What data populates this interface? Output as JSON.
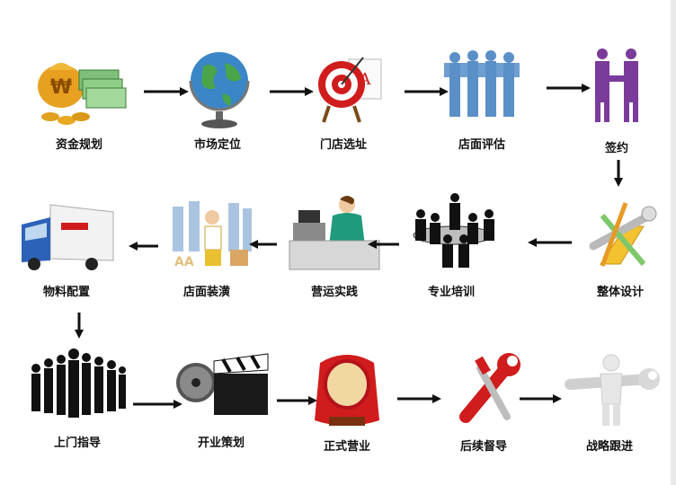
{
  "steps": [
    {
      "label": "资金规划",
      "icon": "money-icon"
    },
    {
      "label": "市场定位",
      "icon": "globe-icon"
    },
    {
      "label": "门店选址",
      "icon": "target-icon"
    },
    {
      "label": "店面评估",
      "icon": "team-icon"
    },
    {
      "label": "签约",
      "icon": "handshake-icon"
    },
    {
      "label": "整体设计",
      "icon": "tools-icon"
    },
    {
      "label": "专业培训",
      "icon": "meeting-icon"
    },
    {
      "label": "营运实践",
      "icon": "cashier-icon"
    },
    {
      "label": "店面装潢",
      "icon": "renovation-icon"
    },
    {
      "label": "物料配置",
      "icon": "truck-icon"
    },
    {
      "label": "上门指导",
      "icon": "crowd-icon"
    },
    {
      "label": "开业策划",
      "icon": "film-icon"
    },
    {
      "label": "正式营业",
      "icon": "drum-icon"
    },
    {
      "label": "后续督导",
      "icon": "wrench-icon"
    },
    {
      "label": "战略跟进",
      "icon": "figure-wrench-icon"
    }
  ],
  "colors": {
    "arrow": "#111111",
    "accent_red": "#d01c1c",
    "accent_blue": "#5b8fc7",
    "accent_purple": "#7a3b9a"
  }
}
